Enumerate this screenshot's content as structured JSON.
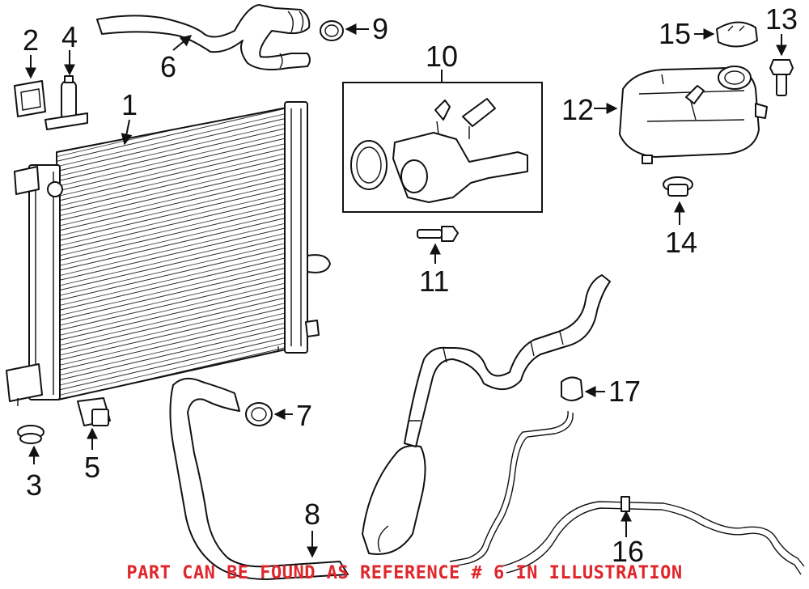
{
  "callouts": {
    "c1": "1",
    "c2": "2",
    "c3": "3",
    "c4": "4",
    "c5": "5",
    "c6": "6",
    "c7": "7",
    "c8": "8",
    "c9": "9",
    "c10": "10",
    "c11": "11",
    "c12": "12",
    "c13": "13",
    "c14": "14",
    "c15": "15",
    "c16": "16",
    "c17": "17"
  },
  "footer_note": "PART CAN BE FOUND AS REFERENCE # 6 IN ILLUSTRATION",
  "colors": {
    "line": "#111111",
    "note": "#e0262b",
    "background": "#ffffff"
  }
}
